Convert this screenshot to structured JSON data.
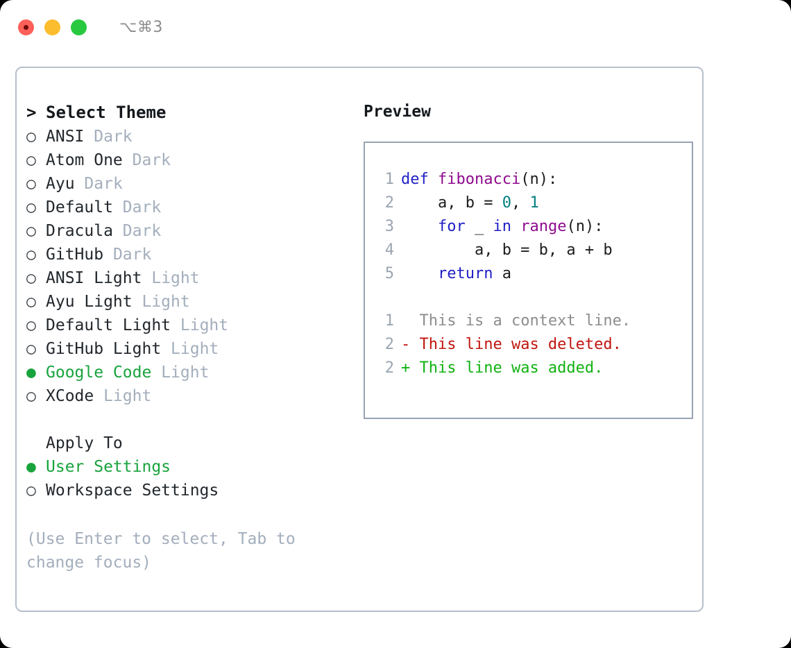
{
  "titlebar": {
    "shortcut": "⌥⌘3",
    "buttons": {
      "close": "close",
      "minimize": "minimize",
      "maximize": "maximize"
    }
  },
  "theme_picker": {
    "heading_prefix": "> ",
    "heading": "Select Theme",
    "bullet_selected": "●",
    "bullet_unselected": "○",
    "items": [
      {
        "bullet": "○",
        "name": "ANSI",
        "kind": "Dark",
        "selected": false
      },
      {
        "bullet": "○",
        "name": "Atom One",
        "kind": "Dark",
        "selected": false
      },
      {
        "bullet": "○",
        "name": "Ayu",
        "kind": "Dark",
        "selected": false
      },
      {
        "bullet": "○",
        "name": "Default",
        "kind": "Dark",
        "selected": false
      },
      {
        "bullet": "○",
        "name": "Dracula",
        "kind": "Dark",
        "selected": false
      },
      {
        "bullet": "○",
        "name": "GitHub",
        "kind": "Dark",
        "selected": false
      },
      {
        "bullet": "○",
        "name": "ANSI Light",
        "kind": "Light",
        "selected": false
      },
      {
        "bullet": "○",
        "name": "Ayu Light",
        "kind": "Light",
        "selected": false
      },
      {
        "bullet": "○",
        "name": "Default Light",
        "kind": "Light",
        "selected": false
      },
      {
        "bullet": "○",
        "name": "GitHub Light",
        "kind": "Light",
        "selected": false
      },
      {
        "bullet": "●",
        "name": "Google Code",
        "kind": "Light",
        "selected": true
      },
      {
        "bullet": "○",
        "name": "XCode",
        "kind": "Light",
        "selected": false
      }
    ]
  },
  "apply_to": {
    "label": "Apply To",
    "items": [
      {
        "bullet": "●",
        "name": "User Settings",
        "selected": true
      },
      {
        "bullet": "○",
        "name": "Workspace Settings",
        "selected": false
      }
    ]
  },
  "hint": {
    "line1": "(Use Enter to select, Tab to",
    "line2": "change focus)"
  },
  "preview": {
    "title": "Preview",
    "code_lines": [
      {
        "number": "1",
        "tokens": [
          {
            "text": "def ",
            "type": "kw"
          },
          {
            "text": "fibonacci",
            "type": "fn"
          },
          {
            "text": "(n):",
            "type": "punct"
          }
        ]
      },
      {
        "number": "2",
        "tokens": [
          {
            "text": "    a, b = ",
            "type": "plain"
          },
          {
            "text": "0",
            "type": "num"
          },
          {
            "text": ", ",
            "type": "plain"
          },
          {
            "text": "1",
            "type": "num"
          }
        ]
      },
      {
        "number": "3",
        "tokens": [
          {
            "text": "    ",
            "type": "plain"
          },
          {
            "text": "for",
            "type": "kw"
          },
          {
            "text": " _ ",
            "type": "plain"
          },
          {
            "text": "in",
            "type": "kw"
          },
          {
            "text": " ",
            "type": "plain"
          },
          {
            "text": "range",
            "type": "fn"
          },
          {
            "text": "(n):",
            "type": "punct"
          }
        ]
      },
      {
        "number": "4",
        "tokens": [
          {
            "text": "        a, b = b, a + b",
            "type": "plain"
          }
        ]
      },
      {
        "number": "5",
        "tokens": [
          {
            "text": "    ",
            "type": "plain"
          },
          {
            "text": "return",
            "type": "kw"
          },
          {
            "text": " a",
            "type": "plain"
          }
        ]
      }
    ],
    "diff_lines": [
      {
        "number": "1",
        "marker": "  ",
        "text": "This is a context line.",
        "type": "ctx"
      },
      {
        "number": "2",
        "marker": "- ",
        "text": "This line was deleted.",
        "type": "del"
      },
      {
        "number": "2",
        "marker": "+ ",
        "text": "This line was added.",
        "type": "add"
      }
    ]
  },
  "colors": {
    "accent_green": "#19a33d",
    "muted": "#a3aebc",
    "border": "#b6bfca",
    "preview_border": "#96a3b3",
    "keyword": "#1f1fc4",
    "function": "#8f0b8f",
    "number": "#00807f",
    "diff_added": "#11b211",
    "diff_deleted": "#c0160f",
    "diff_context": "#8d8d8d",
    "line_number": "#9aa5b1"
  }
}
